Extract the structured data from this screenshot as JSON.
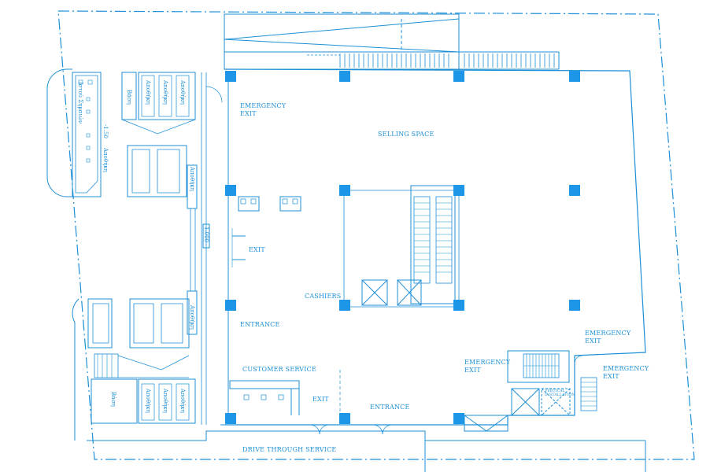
{
  "colors": {
    "line": "#1c8fd6",
    "column": "#1e96e8",
    "background": "#ffffff"
  },
  "labels": {
    "emergency_exit_top": [
      "EMERGENCY",
      "EXIT"
    ],
    "selling_space": "SELLING SPACE",
    "exit_mid": "EXIT",
    "cashiers": "CASHIERS",
    "entrance_left": "ENTRANCE",
    "customer_service": "CUSTOMER SERVICE",
    "exit_bottom": "EXIT",
    "entrance_bottom": "ENTRANCE",
    "drive_through": "DRIVE THROUGH SERVICE",
    "emergency_exit_mid": [
      "EMERGENCY",
      "EXIT"
    ],
    "emergency_exit_right1": [
      "EMERGENCY",
      "EXIT"
    ],
    "emergency_exit_right2": [
      "EMERGENCY",
      "EXIT"
    ],
    "vertical_installation": [
      "VERTICAL",
      "INSTALLATION"
    ]
  },
  "vertical_labels": {
    "ramp_text": "Ιστού Σημαιών",
    "level": "-1.50",
    "storage1": "Αποθήκη",
    "storage2": "Αποθήκη",
    "storage3": "Αποθήκη",
    "wc_top": "Βάση",
    "right_store_top": "Αποθήκη",
    "right_store_bottom": "Αποθήκη",
    "ramp_storage": "Αποθήκη",
    "dim_box": "1.000",
    "wc_bottom": "Βάση",
    "storage4": "Αποθήκη",
    "storage5": "Αποθήκη",
    "storage6": "Αποθήκη"
  }
}
